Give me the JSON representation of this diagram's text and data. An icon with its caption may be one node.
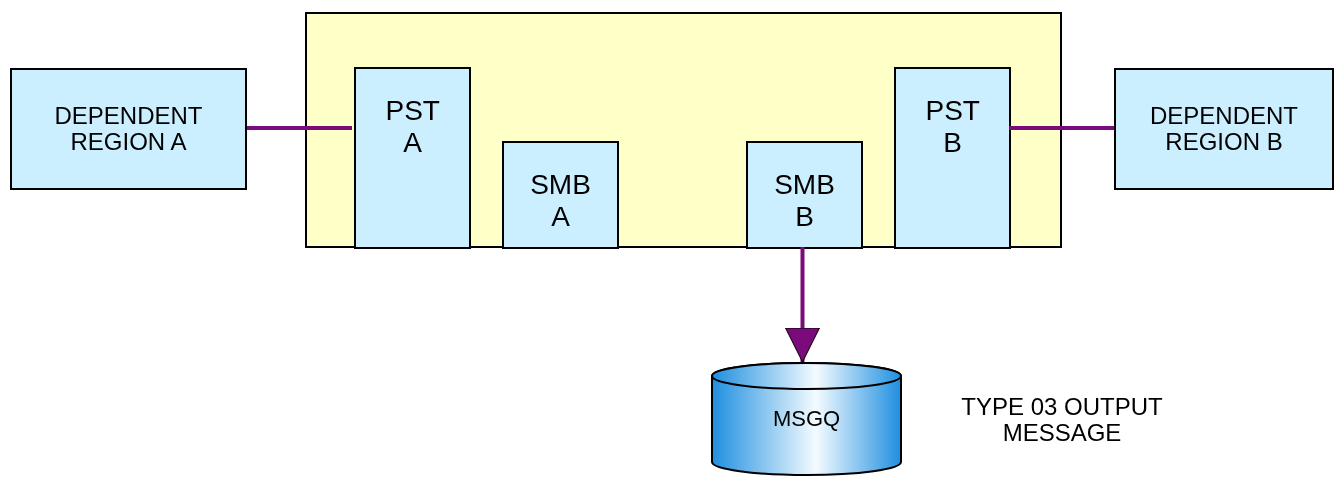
{
  "diagram": {
    "nodes": [
      {
        "text": [],
        "shape": "box"
      },
      {
        "text": [
          "DEPENDENT REGION A"
        ]
      },
      {
        "text": [
          "PST A"
        ],
        "in": 0
      },
      {
        "text": [
          "SMB A"
        ],
        "in": 0
      },
      {
        "text": [
          "SMB B"
        ],
        "in": 0
      },
      {
        "text": [
          "PST B"
        ],
        "in": 0
      },
      {
        "text": [
          "DEPENDENT REGION B"
        ]
      },
      {
        "text": [
          "MSGQ"
        ],
        "beside": [
          "TYPE 03 OUTPUT MESSAGE"
        ]
      }
    ],
    "edges": [
      {
        "from": 1,
        "to": 2,
        "arrow": "none"
      },
      {
        "from": 5,
        "to": 6,
        "arrow": "none"
      },
      {
        "from": 4,
        "to": 7,
        "arrow": "to"
      }
    ]
  }
}
